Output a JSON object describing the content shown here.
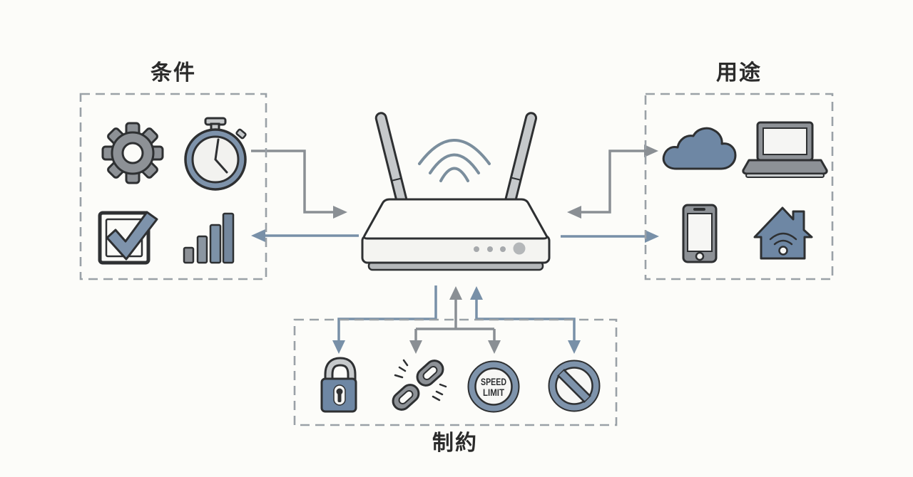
{
  "diagram": {
    "center_device": "wireless-router",
    "boxes": {
      "left": {
        "title": "条件",
        "icons": [
          "gear",
          "stopwatch",
          "checkbox",
          "signal-bars"
        ]
      },
      "right": {
        "title": "用途",
        "icons": [
          "cloud",
          "laptop",
          "smartphone",
          "smart-home"
        ]
      },
      "bottom": {
        "title": "制約",
        "icons": [
          "padlock",
          "broken-chain",
          "speed-limit-sign",
          "no-entry-sign"
        ]
      }
    },
    "speed_sign": {
      "line1": "SPEED",
      "line2": "LIMIT"
    },
    "connections": [
      {
        "from": "conditions-box",
        "to": "router",
        "color": "gray"
      },
      {
        "from": "router",
        "to": "conditions-box",
        "color": "blue"
      },
      {
        "from": "router",
        "to": "cloud",
        "color": "gray",
        "bidirectional": true
      },
      {
        "from": "router",
        "to": "smartphone",
        "color": "blue"
      },
      {
        "from": "router",
        "to": "padlock",
        "color": "blue"
      },
      {
        "from": "router",
        "to": "broken-chain-and-speed-limit",
        "color": "gray",
        "bidirectional": true
      },
      {
        "from": "router",
        "to": "no-entry-sign",
        "color": "blue",
        "bidirectional": true
      }
    ]
  },
  "colors": {
    "bg": "#fcfcf9",
    "ink": "#2e3032",
    "text": "#2b2b2b",
    "gray": "#8d9196",
    "gray-light": "#c6c9cb",
    "face": "#f4f4f1",
    "white-fill": "#fbfbf8",
    "blue": "#6e87a4",
    "blue-light": "#7e93ab",
    "arrow-gray": "#8a8f94",
    "arrow-blue": "#7890a8",
    "dash": "#9aa1a7",
    "wifi": "#7b8e9d"
  }
}
